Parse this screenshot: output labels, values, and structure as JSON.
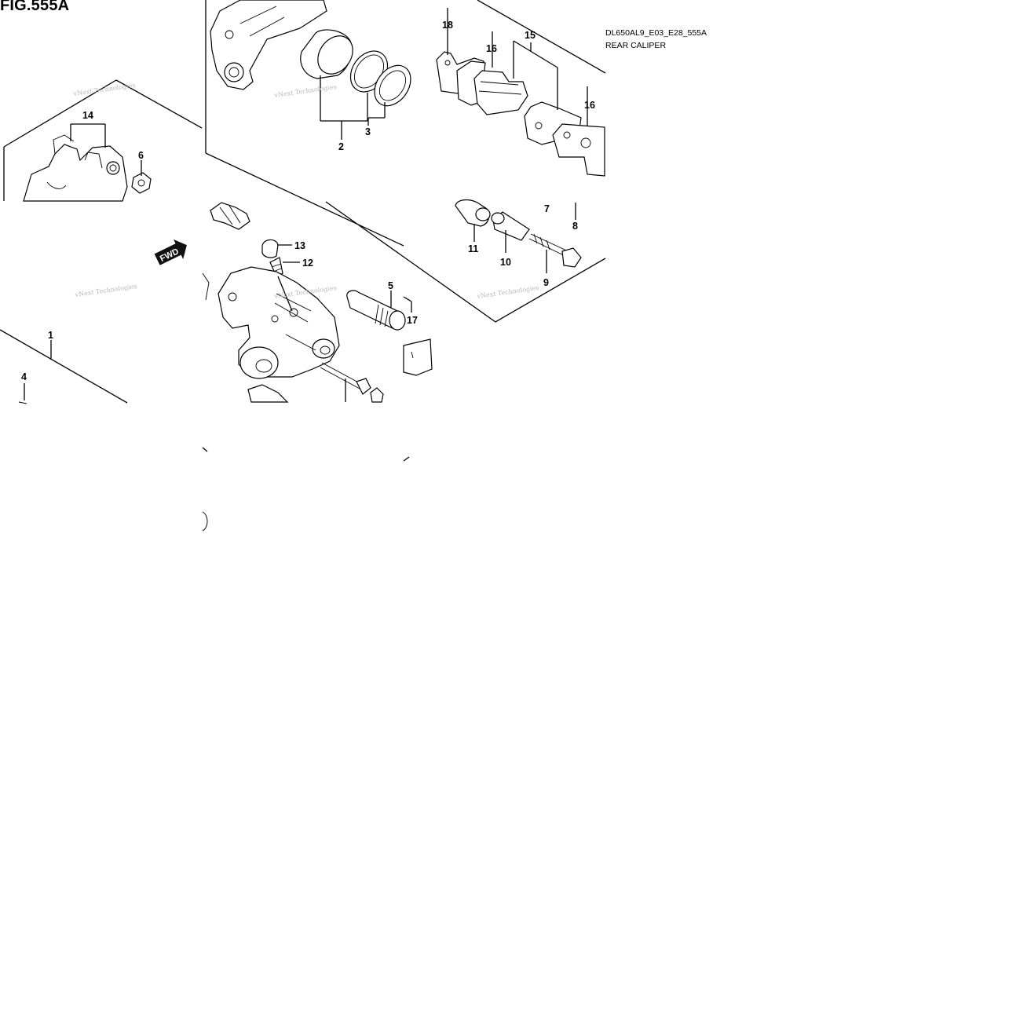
{
  "figure": {
    "title": "FIG.555A",
    "code": "DL650AL9_E03_E28_555A",
    "subtitle": "REAR CALIPER"
  },
  "direction_badge": "FWD",
  "watermark_text": "vNext Technologies",
  "callouts": {
    "c1": "1",
    "c2": "2",
    "c3": "3",
    "c4": "4",
    "c5": "5",
    "c6": "6",
    "c7": "7",
    "c8": "8",
    "c9": "9",
    "c10": "10",
    "c11": "11",
    "c12": "12",
    "c13": "13",
    "c14": "14",
    "c15": "15",
    "c16a": "16",
    "c16b": "16",
    "c17": "17",
    "c18": "18"
  }
}
